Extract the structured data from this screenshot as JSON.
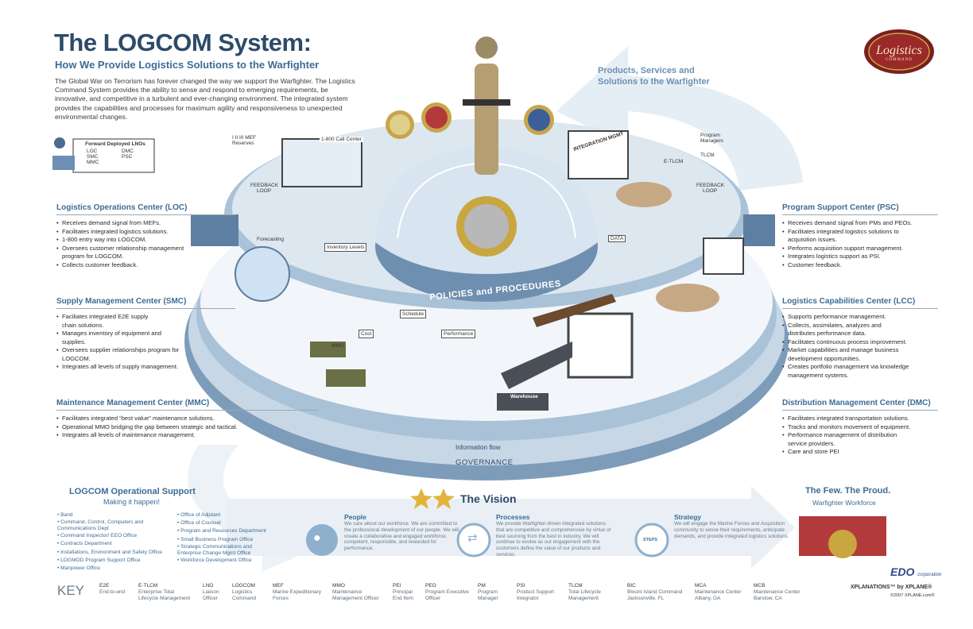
{
  "header": {
    "title": "The LOGCOM System:",
    "subtitle": "How We Provide Logistics Solutions to the Warfighter",
    "intro": "The Global War on Terrorism has forever changed the way we support the Warfighter. The Logistics Command System provides the ability to sense and respond to emerging requirements, be innovative, and competitive in a turbulent and ever-changing environment. The integrated system provides the capabilities and processes for maximum agility and responsiveness to unexpected environmental changes."
  },
  "logo": {
    "text": "Logistics",
    "sub": "COMMAND"
  },
  "arrow_label": "Products, Services and Solutions to the Warfighter",
  "lnos": {
    "title": "Forward Deployed LNOs",
    "items": [
      "LOC",
      "DMC",
      "SMC",
      "PSC",
      "MMC"
    ]
  },
  "diagram_labels": {
    "mef_reserves": "I II III MEF Reserves",
    "feedback_loop_left": "FEEDBACK LOOP",
    "feedback_loop_right": "FEEDBACK LOOP",
    "call_center": "1-800 Call Center",
    "integration_mgmt": "INTEGRATION MGMT",
    "program_managers": "Program Managers",
    "tlcm": "TLCM",
    "etlcm": "E-TLCM",
    "forecasting": "Forecasting",
    "inventory_levels": "Inventory Levels",
    "schedule": "Schedule",
    "cost": "Cost",
    "performance": "Performance",
    "mmo": "MMO",
    "warehouse": "Warehouse",
    "data": "DATA",
    "policies": "POLICIES and PROCEDURES",
    "information_flow": "Information flow",
    "governance": "GOVERNANCE"
  },
  "left_sections": [
    {
      "title": "Logistics Operations Center (LOC)",
      "bullets": [
        "Receives demand signal from MEFs.",
        "Facilitates integrated logistics solutions.",
        "1-800 entry way into LOGCOM.",
        "Oversees customer relationship management program for LOGCOM.",
        "Collects customer feedback."
      ]
    },
    {
      "title": "Supply Management Center (SMC)",
      "bullets": [
        "Faciliates integrated E2E supply chain solutions.",
        "Manages inventory of equipment and supplies.",
        "Oversees supplier relationships program for LOGCOM.",
        "Integrates all levels of supply management."
      ]
    },
    {
      "title": "Maintenance Management Center (MMC)",
      "bullets": [
        "Facilitates integrated “best value” maintenance solutions.",
        "Operational MMO bridging the gap between strategic and tactical.",
        "Integrates all levels of maintenance management."
      ]
    }
  ],
  "right_sections": [
    {
      "title": "Program Support Center (PSC)",
      "bullets": [
        "Receives demand signal from PMs and PEOs.",
        "Facilitates integrated logistics solutions to acquisition issues.",
        "Performs acquisition support management.",
        "Integrates logistics support as PSI.",
        "Customer feedback."
      ]
    },
    {
      "title": "Logistics Capabilities Center (LCC)",
      "bullets": [
        "Supports performance management.",
        "Collects, assimilates, analyzes and distributes performance data.",
        "Facilitates continuous process improvement.",
        "Market capabilities and manage business development opportunities.",
        "Creates portfolio management via knowledge management systems."
      ]
    },
    {
      "title": "Distribution Management Center (DMC)",
      "bullets": [
        "Facilitates integrated transportation solutions.",
        "Tracks and monitors movement of equipment.",
        "Performance management of distribution service providers.",
        "Care and store PEI"
      ]
    }
  ],
  "operational_support": {
    "title": "LOGCOM Operational Support",
    "tagline": "Making it happen!",
    "col1": [
      "Band",
      "Command, Control, Computers and Communications Dept",
      "Command Inspector/ EEO Office",
      "Contracts Department",
      "Installations, Environment and Safety Office",
      "LOGMOD Program Support Office",
      "Manpower Office"
    ],
    "col2": [
      "Office of Adjutant",
      "Office of Counsel",
      "Program and Resources Department",
      "Small Business Program Office",
      "Strategic Communications and Enterprise Change Mgmt Office",
      "Workforce Development Office"
    ]
  },
  "vision": {
    "title": "The Vision",
    "pillars": [
      {
        "head": "People",
        "text": "We care about our workforce. We are committed to the professional development of our people. We will create a collaborative and engaged workforce, competent, responsible, and rewarded for performance."
      },
      {
        "head": "Processes",
        "text": "We provide Warfighter-driven integrated solutions that are competitive and comprehensive by virtue of best sourcing from the best in industry. We will continue to evolve as our engagement with the customers define the value of our products and services."
      },
      {
        "head": "Strategy",
        "text": "We will engage the Marine Forces and Acquisition community to sense their requirements, anticipate demands, and provide integrated logistics solutions."
      }
    ],
    "steps_label": "STEPS"
  },
  "few_proud": {
    "title": "The Few. The Proud.",
    "sub": "Warfighter Workforce"
  },
  "key": {
    "label": "KEY",
    "terms": [
      {
        "abbr": "E2E",
        "def": "End-to-end"
      },
      {
        "abbr": "E-TLCM",
        "def": "Enterprise Total Lifecycle Management"
      },
      {
        "abbr": "LNO",
        "def": "Liaison Officer"
      },
      {
        "abbr": "LOGCOM",
        "def": "Logistics Command"
      },
      {
        "abbr": "MEF",
        "def": "Marine Expeditionary Forces"
      },
      {
        "abbr": "MMO",
        "def": "Maintenance Management Officer"
      },
      {
        "abbr": "PEI",
        "def": "Principal End Item"
      },
      {
        "abbr": "PEO",
        "def": "Program Executive Officer"
      },
      {
        "abbr": "PM",
        "def": "Program Manager"
      },
      {
        "abbr": "PSI",
        "def": "Product Support Integrator"
      },
      {
        "abbr": "TLCM",
        "def": "Total Lifecycle Management"
      },
      {
        "abbr": "BIC",
        "def": "Blount Island Command Jacksonville, FL"
      },
      {
        "abbr": "MCA",
        "def": "Maintenance Center Albany, GA"
      },
      {
        "abbr": "MCB",
        "def": "Maintenance Center Barstow, CA"
      }
    ]
  },
  "footer": {
    "edo": "EDO",
    "edo_sub": "corporation",
    "xplane": "XPLANATIONS™ by XPLANE®",
    "copyright": "©2007 XPLANE.com®"
  },
  "colors": {
    "title": "#2d4a6a",
    "accent": "#3d6c95",
    "disc": "#a9c2d8",
    "disc_dark": "#7d9cba",
    "arrow": "#e2ecf4"
  }
}
